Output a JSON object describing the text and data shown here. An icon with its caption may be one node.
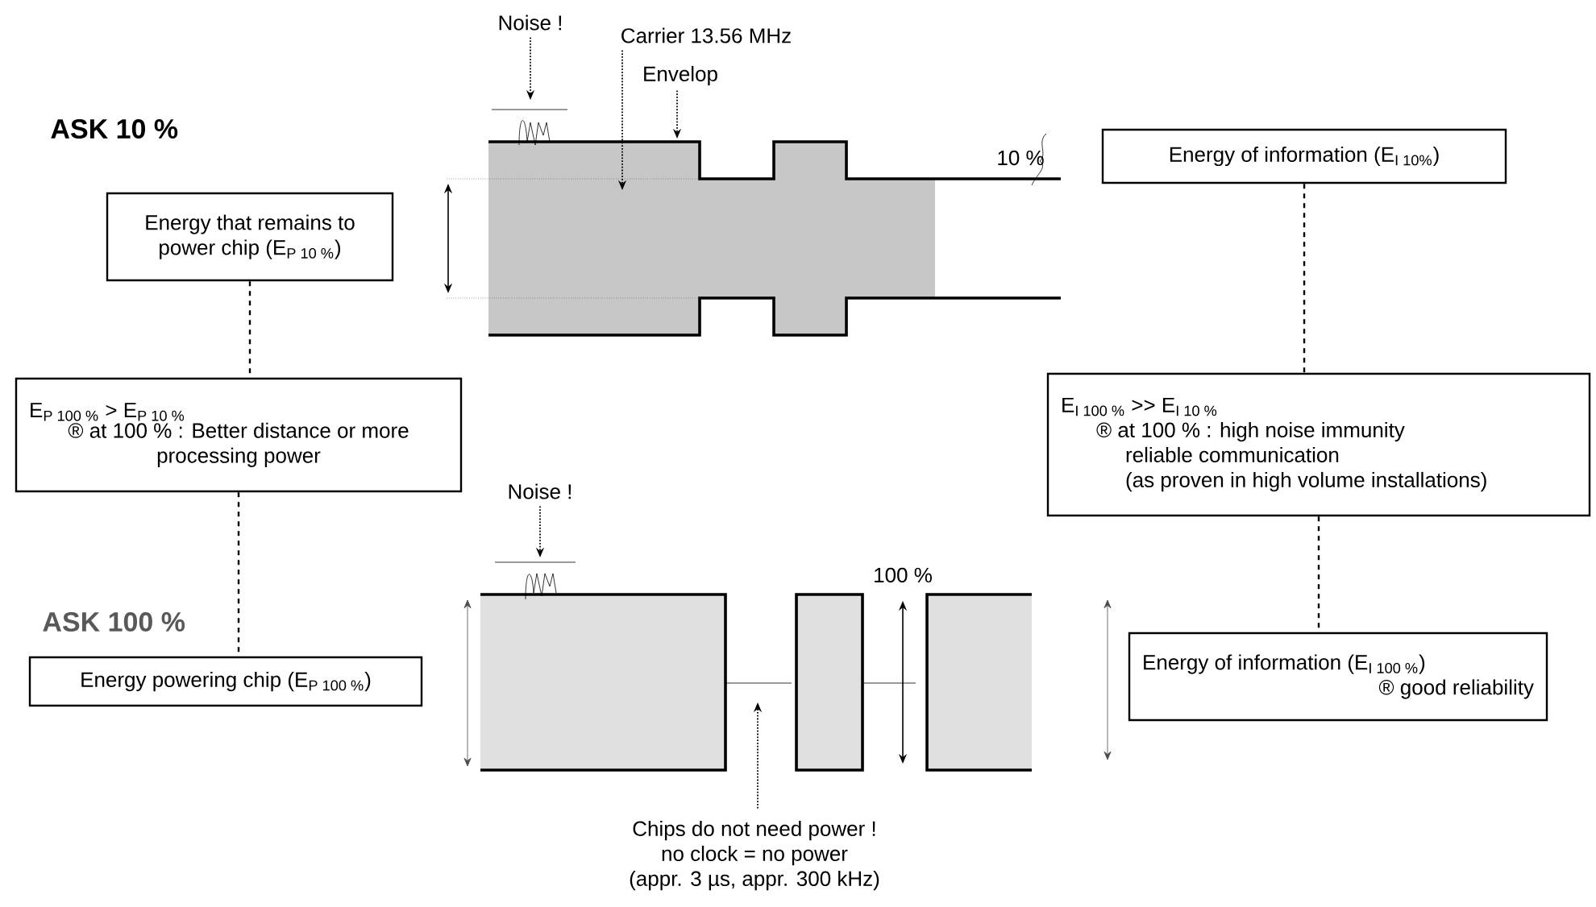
{
  "diagram": {
    "nodes": [
      {
        "text": [
          "Noise !"
        ]
      },
      {
        "text": [
          "Carrier 13.56 MHz"
        ]
      },
      {
        "text": [
          "Envelop"
        ]
      },
      {
        "text": [
          "Energy of information (E$_{I 10%}$)"
        ]
      },
      {
        "text": [
          "Energy that remains to power chip (E$_{P 10 %}$)"
        ]
      },
      {
        "text": [
          "E$_{P 100 %}$ > E$_{P 10 %}$",
          "® at 100 % : Better distance or more processing power"
        ]
      },
      {
        "text": [
          "E$_{I 100 %}$ >> E$_{I 10 %}$",
          "® at 100 % : high noise immunity",
          "reliable communication",
          "(as proven in high volume installations)"
        ]
      },
      {
        "text": [
          "Noise !"
        ]
      },
      {
        "text": [
          "Energy powering chip (E$_{P 100 %}$)"
        ]
      },
      {
        "text": [
          "Energy of information (E$_{I 100 %}$)",
          "® good reliability"
        ]
      },
      {
        "text": [
          "Chips do not need power !",
          "no clock = no power",
          "(appr. 3 µs, appr. 300 kHz)"
        ]
      }
    ],
    "edges": [
      {
        "from": 0,
        "to": null,
        "arrow": "to"
      },
      {
        "from": 1,
        "to": null,
        "arrow": "to"
      },
      {
        "from": 2,
        "to": null,
        "arrow": "to"
      },
      {
        "from": 4,
        "to": 5,
        "arrow": "none",
        "style": "dashed"
      },
      {
        "from": 3,
        "to": 6,
        "arrow": "none",
        "style": "dashed"
      },
      {
        "from": 5,
        "to": 8,
        "arrow": "none",
        "style": "dashed"
      },
      {
        "from": 6,
        "to": 9,
        "arrow": "none",
        "style": "dashed"
      },
      {
        "from": 7,
        "to": null,
        "arrow": "to"
      },
      {
        "from": 10,
        "to": null,
        "arrow": "to"
      }
    ],
    "labels": [
      "ASK 10 %",
      "10 %",
      "ASK 100 %",
      "100 %"
    ]
  }
}
